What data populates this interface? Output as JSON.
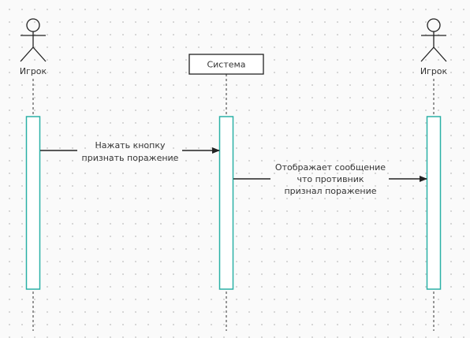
{
  "diagram": {
    "participants": {
      "player_left": {
        "label": "Игрок"
      },
      "system": {
        "label": "Система"
      },
      "player_right": {
        "label": "Игрок"
      }
    },
    "messages": {
      "m1": {
        "lines": [
          "Нажать кнопку",
          "признать поражение"
        ]
      },
      "m2": {
        "lines": [
          "Отображает сообщение",
          "что противник",
          "признал поражение"
        ]
      }
    },
    "colors": {
      "activation_stroke": "#2ab0a6",
      "line": "#222222",
      "lifeline": "#333333",
      "background": "#fafafa"
    }
  }
}
